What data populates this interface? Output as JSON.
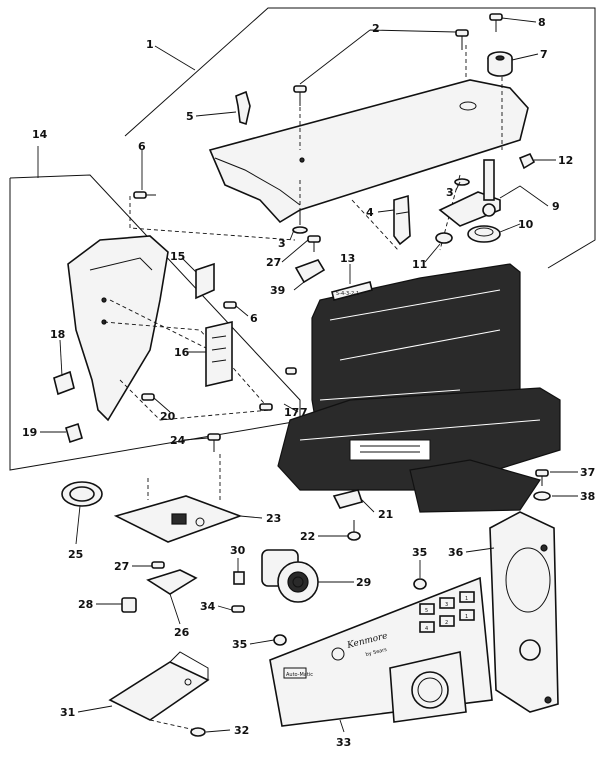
{
  "callouts": [
    "1",
    "2",
    "3",
    "3",
    "4",
    "5",
    "6",
    "6",
    "7",
    "7",
    "8",
    "9",
    "10",
    "11",
    "12",
    "13",
    "14",
    "15",
    "16",
    "17",
    "18",
    "19",
    "20",
    "21",
    "22",
    "23",
    "24",
    "25",
    "26",
    "27",
    "27",
    "28",
    "29",
    "30",
    "31",
    "32",
    "33",
    "34",
    "35",
    "35",
    "36",
    "37",
    "38",
    "39"
  ],
  "panel": {
    "brand": "Kenmore",
    "brand_sub": "by Sears",
    "small_label": "Auto-Matic",
    "keys": [
      "5",
      "3",
      "1",
      "4",
      "2",
      "1"
    ]
  },
  "plate13": "5-4-3-2-1"
}
